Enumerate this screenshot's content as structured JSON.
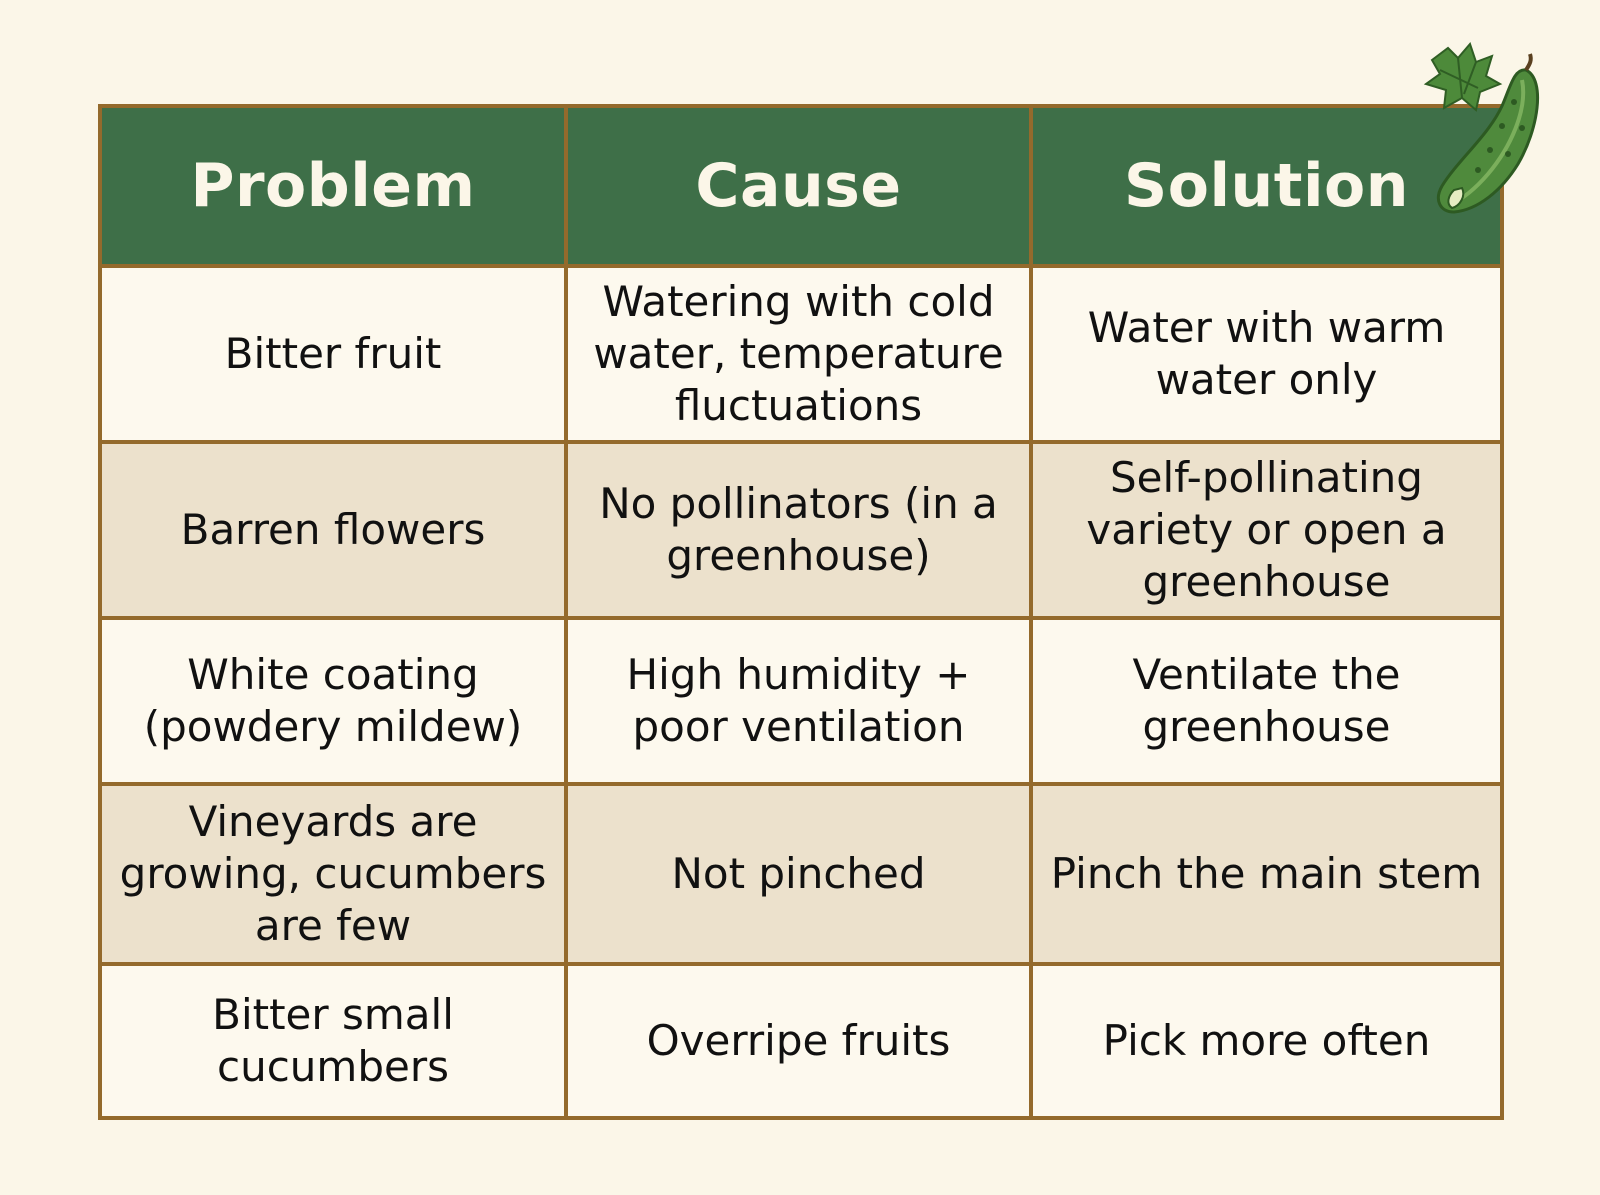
{
  "table": {
    "headers": [
      "Problem",
      "Cause",
      "Solution"
    ],
    "rows": [
      {
        "problem": "Bitter fruit",
        "cause": "Watering with cold water, temperature fluctuations",
        "solution": "Water with warm water only"
      },
      {
        "problem": "Barren flowers",
        "cause": "No pollinators (in a greenhouse)",
        "solution": "Self-pollinating variety or open a greenhouse"
      },
      {
        "problem": "White coating (powdery mildew)",
        "cause": "High humidity + poor ventilation",
        "solution": "Ventilate the greenhouse"
      },
      {
        "problem": "Vineyards are growing, cucumbers are few",
        "cause": "Not pinched",
        "solution": "Pinch the main stem"
      },
      {
        "problem": "Bitter small cucumbers",
        "cause": "Overripe fruits",
        "solution": "Pick more often"
      }
    ]
  },
  "colors": {
    "header_bg": "#3e6f48",
    "header_text": "#fbf6e8",
    "border": "#946a2c",
    "row_light": "#fdf9ee",
    "row_dark": "#ece1cc",
    "page_bg": "#fbf6e8"
  },
  "decoration": {
    "icon": "cucumber-icon"
  }
}
